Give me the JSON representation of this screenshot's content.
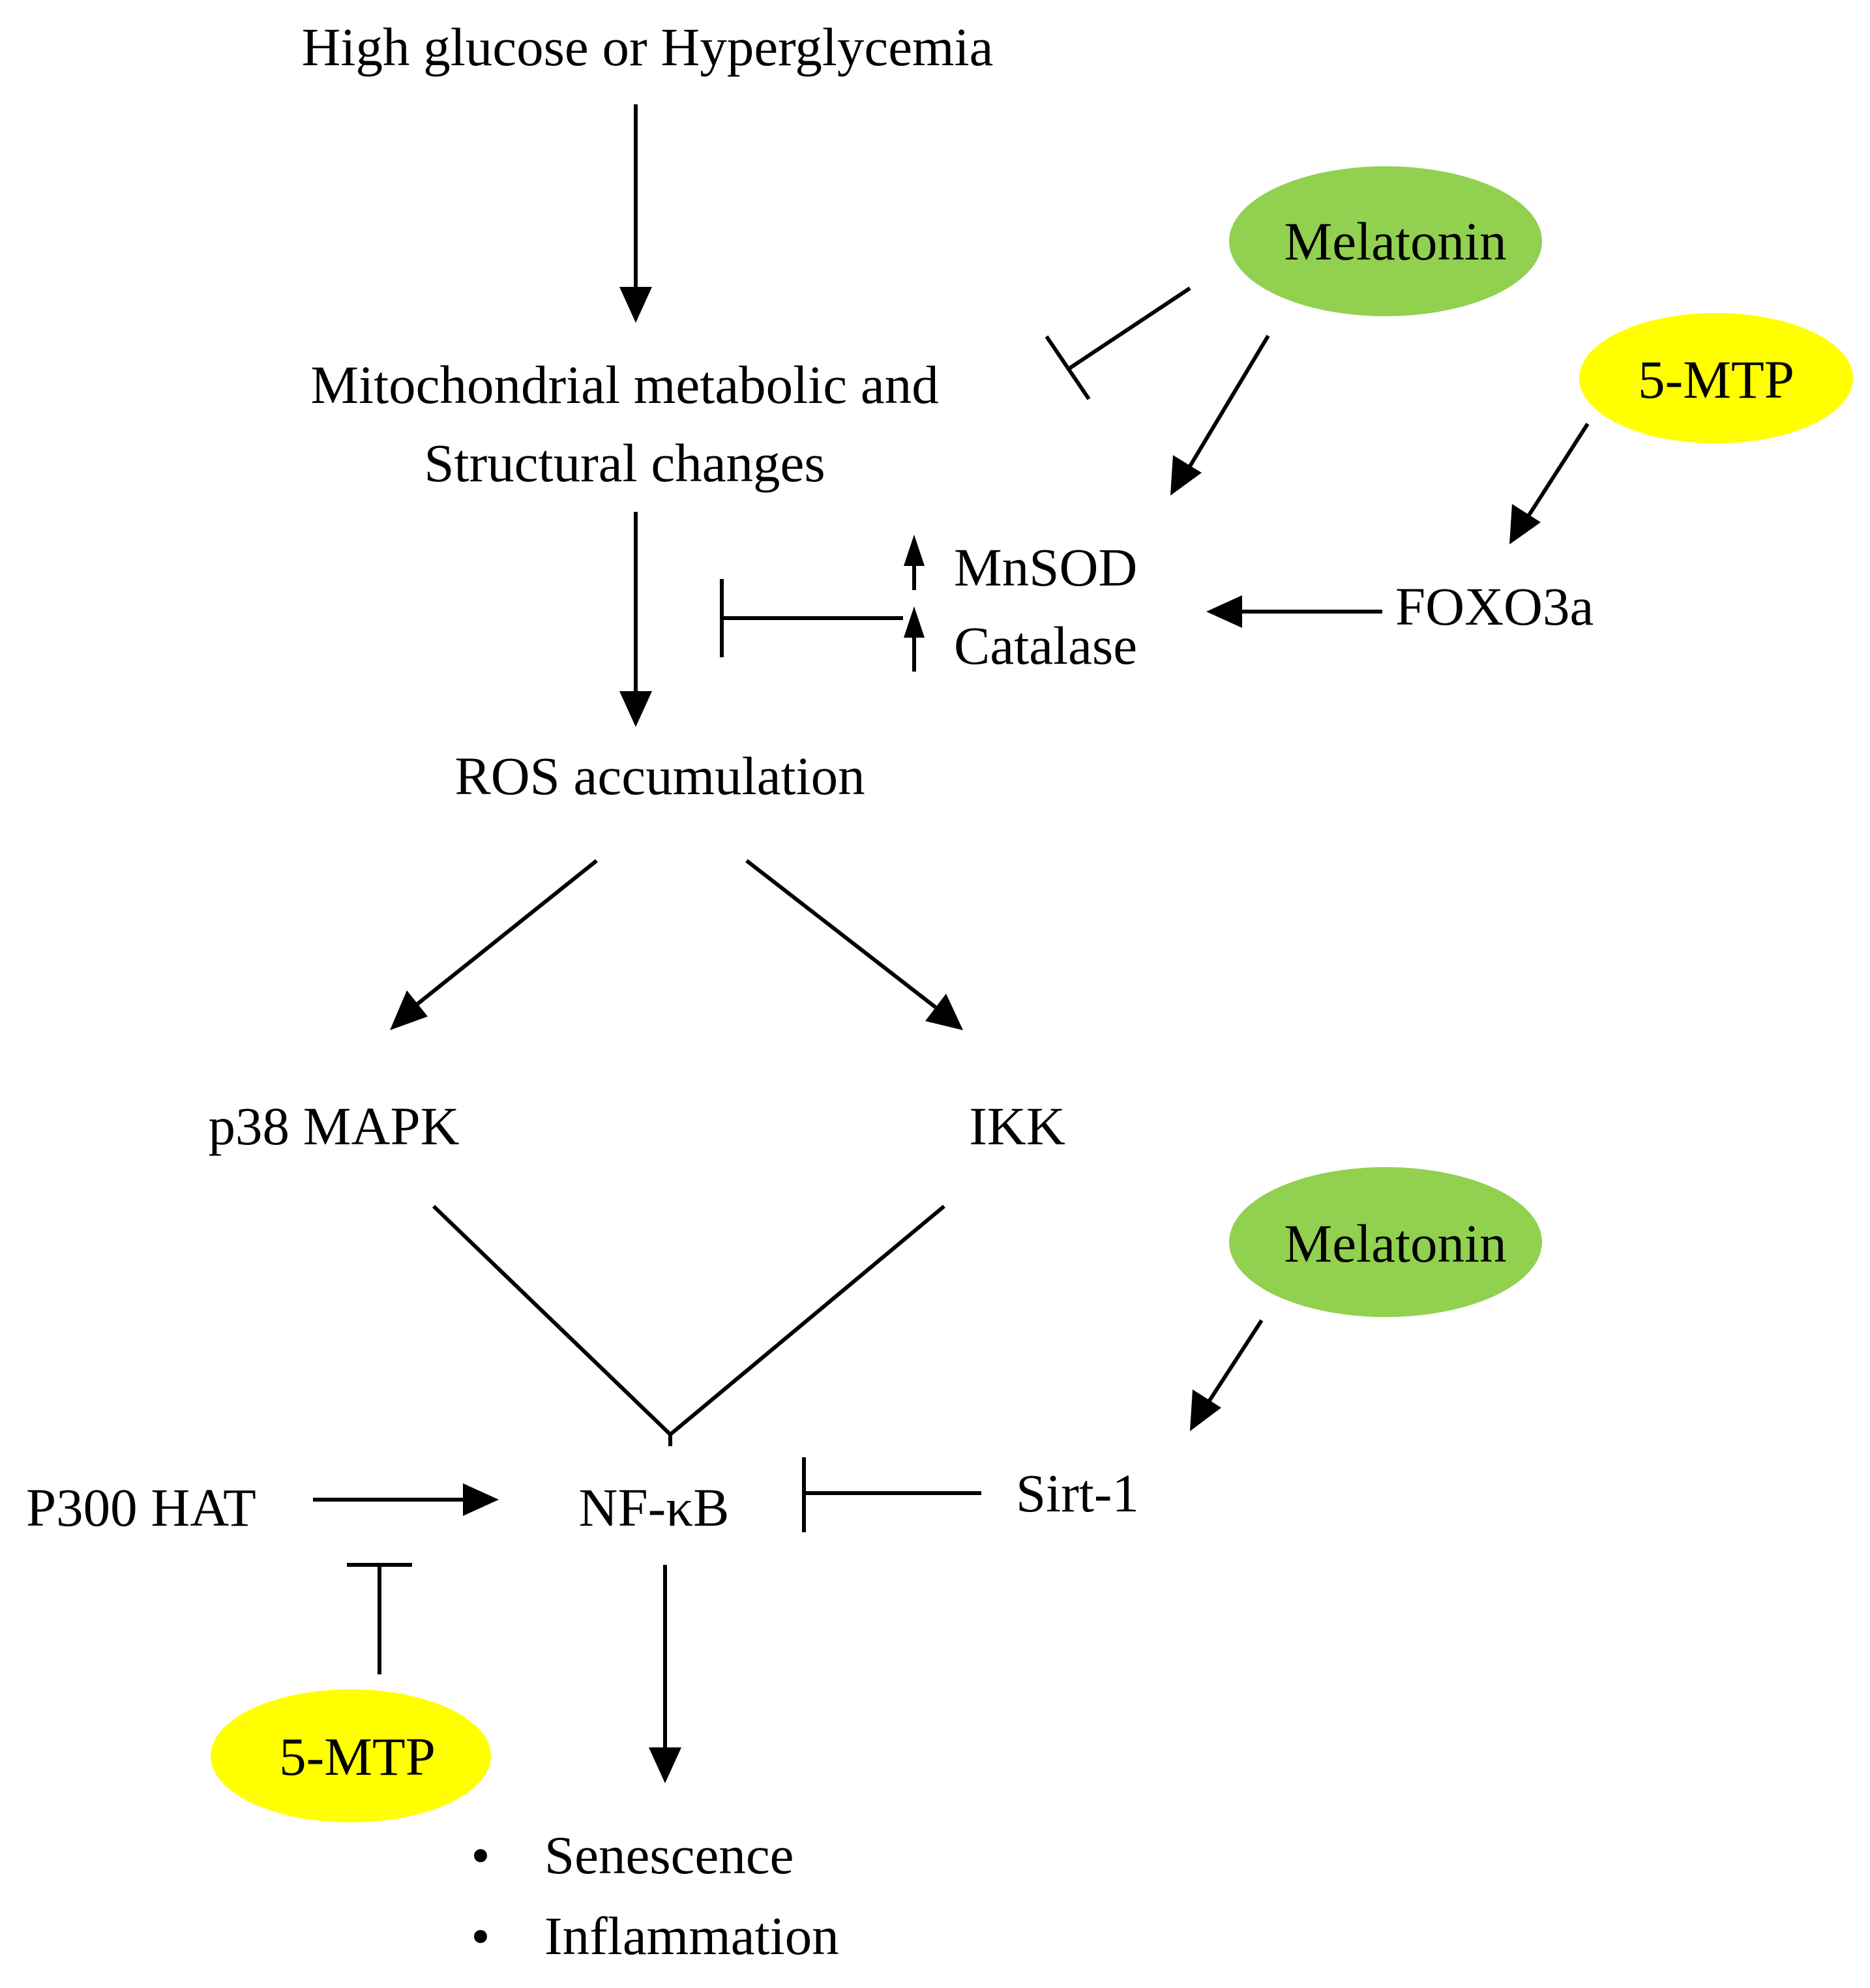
{
  "colors": {
    "melatonin": "#92d050",
    "mtp": "#ffff00",
    "stroke": "#000000",
    "background": "#ffffff"
  },
  "nodes": {
    "high_glucose": "High glucose or Hyperglycemia",
    "mito_line1": "Mitochondrial metabolic and",
    "mito_line2": "Structural changes",
    "mnsod": "MnSOD",
    "catalase": "Catalase",
    "foxo3a": "FOXO3a",
    "ros": "ROS accumulation",
    "p38": "p38 MAPK",
    "ikk": "IKK",
    "p300": "P300 HAT",
    "nfkb": "NF-κB",
    "sirt1": "Sirt-1",
    "outcomes": [
      "Senescence",
      "Inflammation"
    ]
  },
  "drugs": {
    "melatonin_top": "Melatonin",
    "melatonin_bottom": "Melatonin",
    "mtp_top": "5-MTP",
    "mtp_bottom": "5-MTP"
  },
  "edges": [
    {
      "from": "high_glucose",
      "to": "mito",
      "type": "activation"
    },
    {
      "from": "mito",
      "to": "ros",
      "type": "activation"
    },
    {
      "from": "melatonin_top",
      "to": "mito",
      "type": "inhibition"
    },
    {
      "from": "melatonin_top",
      "to": "mnsod_catalase",
      "type": "activation"
    },
    {
      "from": "mtp_top",
      "to": "foxo3a",
      "type": "activation"
    },
    {
      "from": "foxo3a",
      "to": "mnsod_catalase",
      "type": "activation"
    },
    {
      "from": "mnsod_catalase",
      "to": "ros",
      "type": "inhibition"
    },
    {
      "from": "ros",
      "to": "p38",
      "type": "activation"
    },
    {
      "from": "ros",
      "to": "ikk",
      "type": "activation"
    },
    {
      "from": "p38",
      "to": "nfkb",
      "type": "convergence"
    },
    {
      "from": "ikk",
      "to": "nfkb",
      "type": "convergence"
    },
    {
      "from": "p300",
      "to": "nfkb",
      "type": "activation"
    },
    {
      "from": "mtp_bottom",
      "to": "p300",
      "type": "inhibition"
    },
    {
      "from": "melatonin_bottom",
      "to": "sirt1",
      "type": "activation"
    },
    {
      "from": "sirt1",
      "to": "nfkb",
      "type": "inhibition"
    },
    {
      "from": "nfkb",
      "to": "outcomes",
      "type": "activation"
    }
  ]
}
